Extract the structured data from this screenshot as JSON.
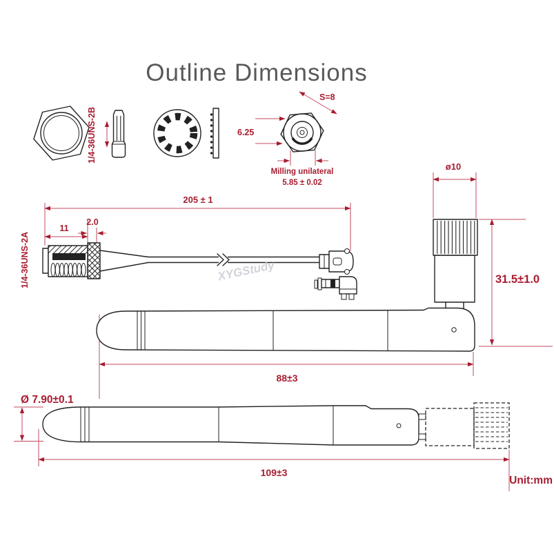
{
  "title": "Outline Dimensions",
  "unit_label": "Unit:mm",
  "watermark": "XYGStudy",
  "colors": {
    "dimension_red": "#a81c30",
    "line_red": "#c04a60",
    "ink": "#222222",
    "title_gray": "#58595b",
    "watermark_gray": "#c7c7d1"
  },
  "top_row": {
    "nut_thread_spec": "1/4-36UNS-2B",
    "connector_face": {
      "across_corners": "S=8",
      "center_offset": "6.25",
      "milling_note": "Milling unilateral",
      "milling_value": "5.85 ± 0.02"
    }
  },
  "cable_assembly": {
    "overall_length": "205 ± 1",
    "thread_length": "11",
    "bulkhead_thickness": "2.0",
    "connector_thread_spec": "1/4-36UNS-2A"
  },
  "antenna": {
    "base_diameter": "ø10",
    "base_length": "31.5±1.0",
    "folded_length": "88±3",
    "body_diameter": "Ø 7.90±0.1",
    "overall_length": "109±3"
  }
}
